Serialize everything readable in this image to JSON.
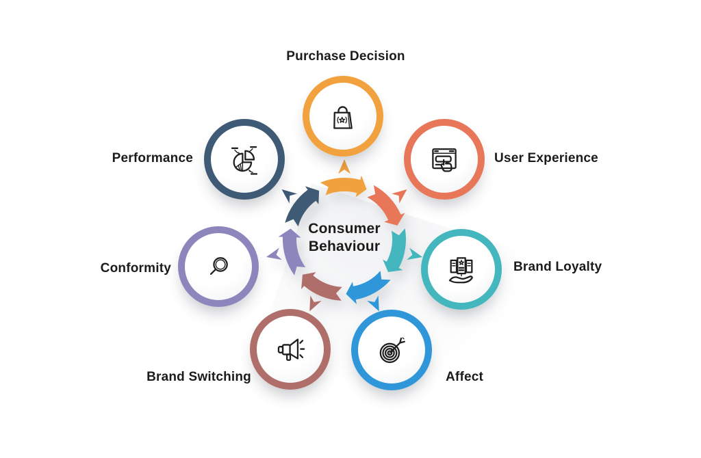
{
  "diagram_title": "Consumer Behaviour",
  "center": {
    "line1": "Consumer",
    "line2": "Behaviour"
  },
  "nodes": [
    {
      "id": "purchase-decision",
      "label": "Purchase Decision",
      "color": "#F1A23F",
      "icon": "shopping-bag-icon"
    },
    {
      "id": "user-experience",
      "label": "User Experience",
      "color": "#E8775A",
      "icon": "browser-click-icon"
    },
    {
      "id": "brand-loyalty",
      "label": "Brand Loyalty",
      "color": "#43B6BE",
      "icon": "loyalty-card-hand-icon"
    },
    {
      "id": "affect",
      "label": "Affect",
      "color": "#2F97D9",
      "icon": "target-dart-icon"
    },
    {
      "id": "brand-switching",
      "label": "Brand Switching",
      "color": "#B06E6A",
      "icon": "megaphone-icon"
    },
    {
      "id": "conformity",
      "label": "Conformity",
      "color": "#8D86BC",
      "icon": "magnifier-icon"
    },
    {
      "id": "performance",
      "label": "Performance",
      "color": "#3E5A74",
      "icon": "pie-chart-icon"
    }
  ],
  "colors": {
    "background": "#FFFFFF",
    "text": "#1B1B1B"
  }
}
